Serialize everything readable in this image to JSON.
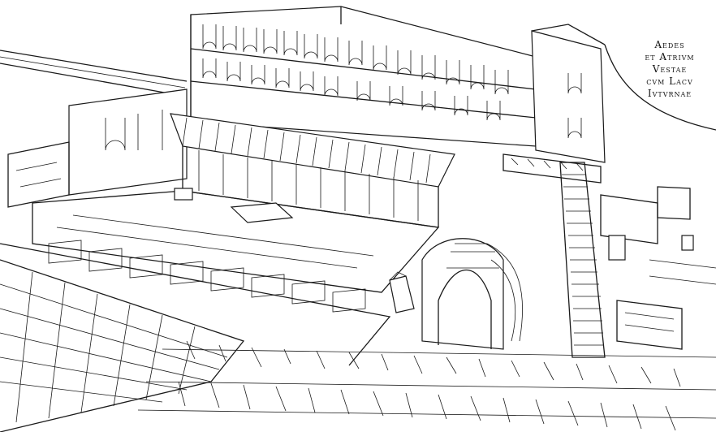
{
  "image": {
    "description": "Architectural line drawing reconstruction of the House and Atrium of the Vestals with the Lacus Iuturnae",
    "colors": {
      "ink": "#1a1a1a",
      "paper": "#ffffff"
    }
  },
  "caption": {
    "lines": [
      "Aedes",
      "et Atrivm",
      "Vestae",
      "cvm Lacv",
      "Ivtvrnae"
    ]
  }
}
